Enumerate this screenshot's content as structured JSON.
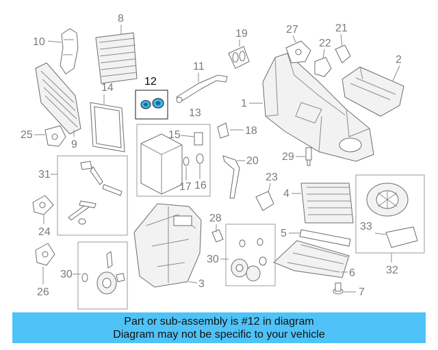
{
  "highlighted_part": "12",
  "highlight_color": "#4fc3f7",
  "callouts": {
    "c1": "1",
    "c2": "2",
    "c3": "3",
    "c4": "4",
    "c5": "5",
    "c6": "6",
    "c7": "7",
    "c8": "8",
    "c9": "9",
    "c10": "10",
    "c11": "11",
    "c12": "12",
    "c13": "13",
    "c14": "14",
    "c15": "15",
    "c16": "16",
    "c17": "17",
    "c18": "18",
    "c19": "19",
    "c20": "20",
    "c21": "21",
    "c22": "22",
    "c23": "23",
    "c24": "24",
    "c25": "25",
    "c26": "26",
    "c27": "27",
    "c28": "28",
    "c29": "29",
    "c30a": "30",
    "c30b": "30",
    "c31": "31",
    "c32": "32",
    "c33": "33"
  },
  "banner": {
    "line1": "Part or sub-assembly is #12 in diagram",
    "line2": "Diagram may not be specific to your vehicle"
  }
}
